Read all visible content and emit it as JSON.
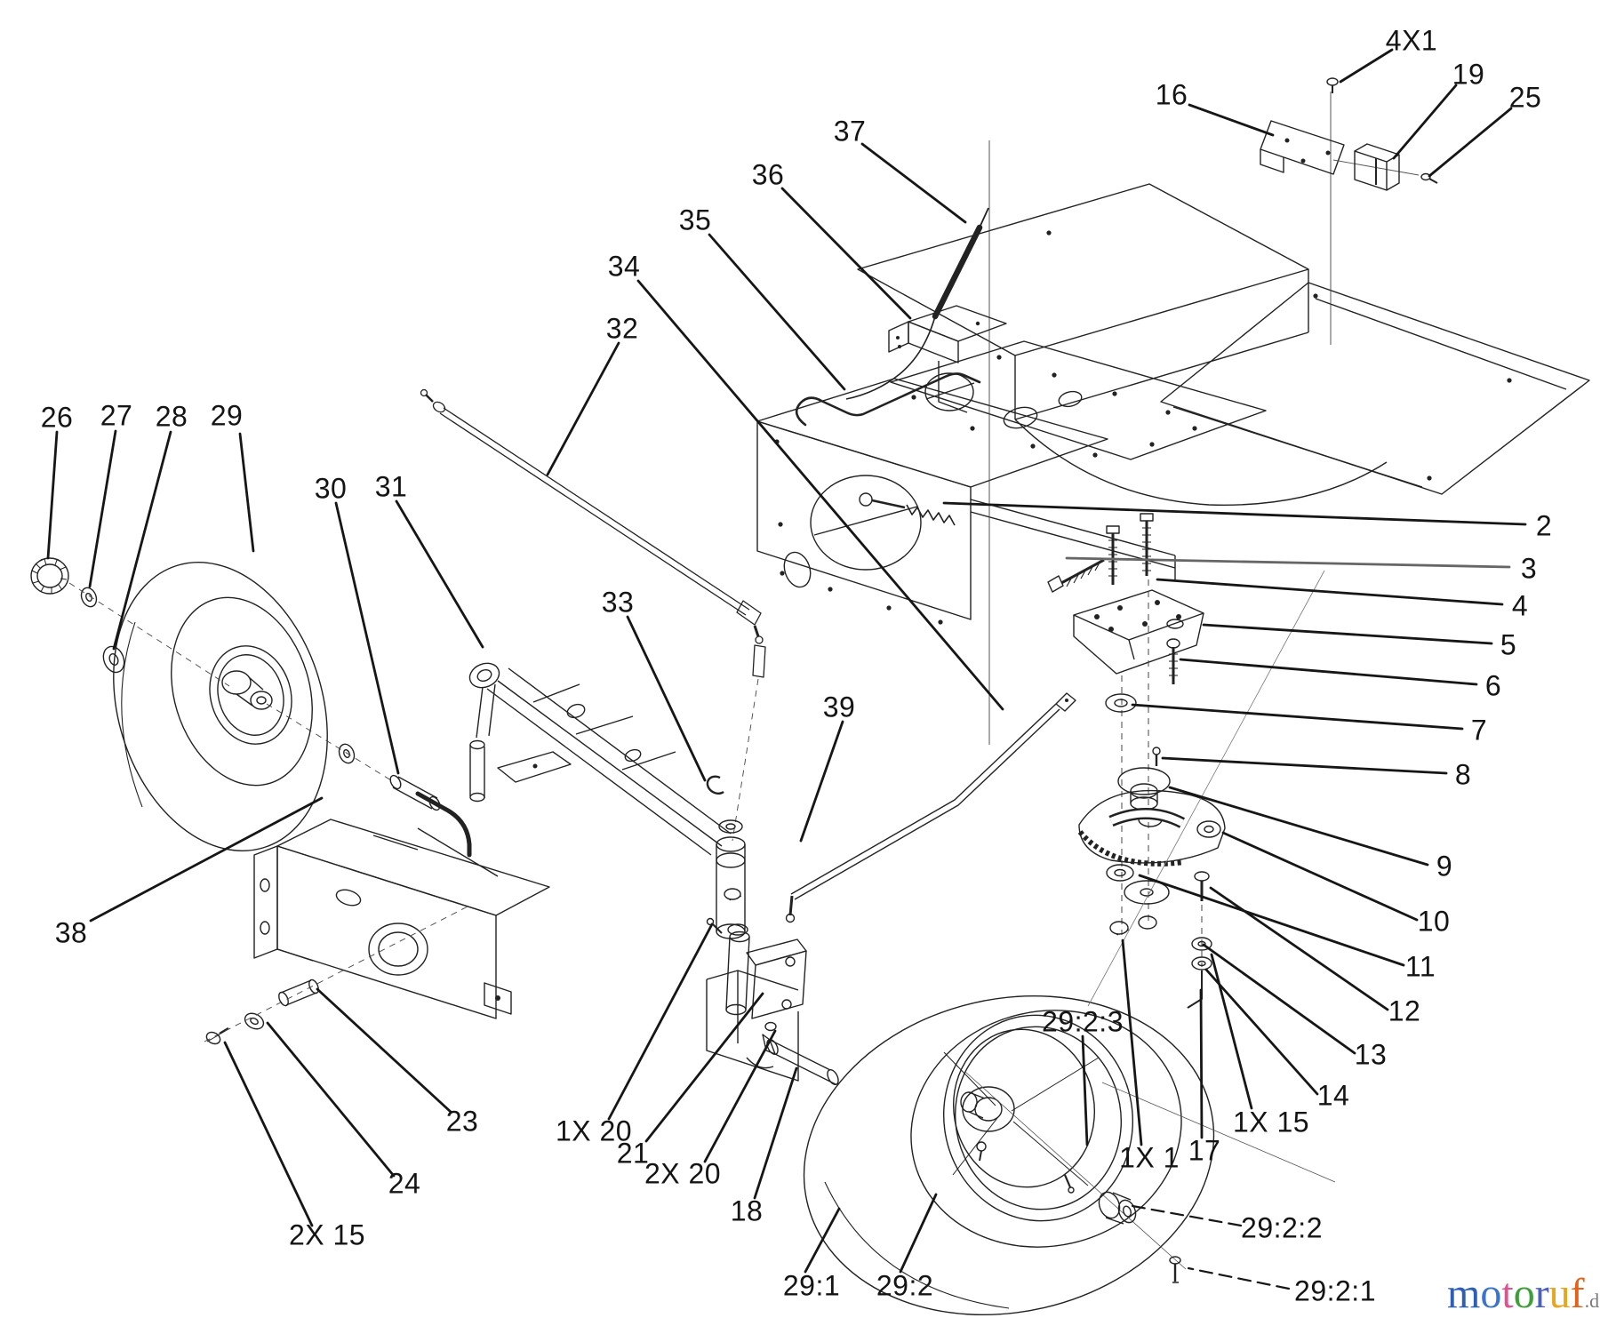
{
  "labels": {
    "p26": {
      "text": "26"
    },
    "p27": {
      "text": "27"
    },
    "p28": {
      "text": "28"
    },
    "p29": {
      "text": "29"
    },
    "p30": {
      "text": "30"
    },
    "p31": {
      "text": "31"
    },
    "p32": {
      "text": "32"
    },
    "p33": {
      "text": "33"
    },
    "p34": {
      "text": "34"
    },
    "p35": {
      "text": "35"
    },
    "p36": {
      "text": "36"
    },
    "p37": {
      "text": "37"
    },
    "p38": {
      "text": "38"
    },
    "p39": {
      "text": "39"
    },
    "p16": {
      "text": "16"
    },
    "p4x1": {
      "text": "4X1"
    },
    "p19": {
      "text": "19"
    },
    "p25": {
      "text": "25"
    },
    "p2": {
      "text": "2"
    },
    "p3": {
      "text": "3"
    },
    "p4": {
      "text": "4"
    },
    "p5": {
      "text": "5"
    },
    "p6": {
      "text": "6"
    },
    "p7": {
      "text": "7"
    },
    "p8": {
      "text": "8"
    },
    "p9": {
      "text": "9"
    },
    "p10": {
      "text": "10"
    },
    "p11": {
      "text": "11"
    },
    "p12": {
      "text": "12"
    },
    "p13": {
      "text": "13"
    },
    "p14": {
      "text": "14"
    },
    "p17": {
      "text": "17"
    },
    "p18": {
      "text": "18"
    },
    "p21": {
      "text": "21"
    },
    "p23": {
      "text": "23"
    },
    "p24": {
      "text": "24"
    },
    "q1x15": {
      "text": "1X 15"
    },
    "q1x1": {
      "text": "1X 1"
    },
    "q1x20": {
      "text": "1X 20"
    },
    "q2x20": {
      "text": "2X 20"
    },
    "q2x15": {
      "text": "2X 15"
    },
    "p29_1": {
      "text": "29:1"
    },
    "p29_2": {
      "text": "29:2"
    },
    "p29_2_1": {
      "text": "29:2:1"
    },
    "p29_2_2": {
      "text": "29:2:2"
    },
    "p29_2_3": {
      "text": "29:2:3"
    }
  },
  "logo": {
    "letters": [
      {
        "ch": "m",
        "color": "#2e5fb7"
      },
      {
        "ch": "o",
        "color": "#3a74cc"
      },
      {
        "ch": "t",
        "color": "#e0518f"
      },
      {
        "ch": "o",
        "color": "#3f9e3c"
      },
      {
        "ch": "r",
        "color": "#4a5ec4"
      },
      {
        "ch": "u",
        "color": "#e8a61e"
      },
      {
        "ch": "f",
        "color": "#e2641b"
      }
    ],
    "suffix": ".de",
    "suffix_color": "#7a7a7a"
  },
  "colors": {
    "background": "#ffffff",
    "line": "#222222",
    "leader": "#161616",
    "construction": "#555555"
  }
}
